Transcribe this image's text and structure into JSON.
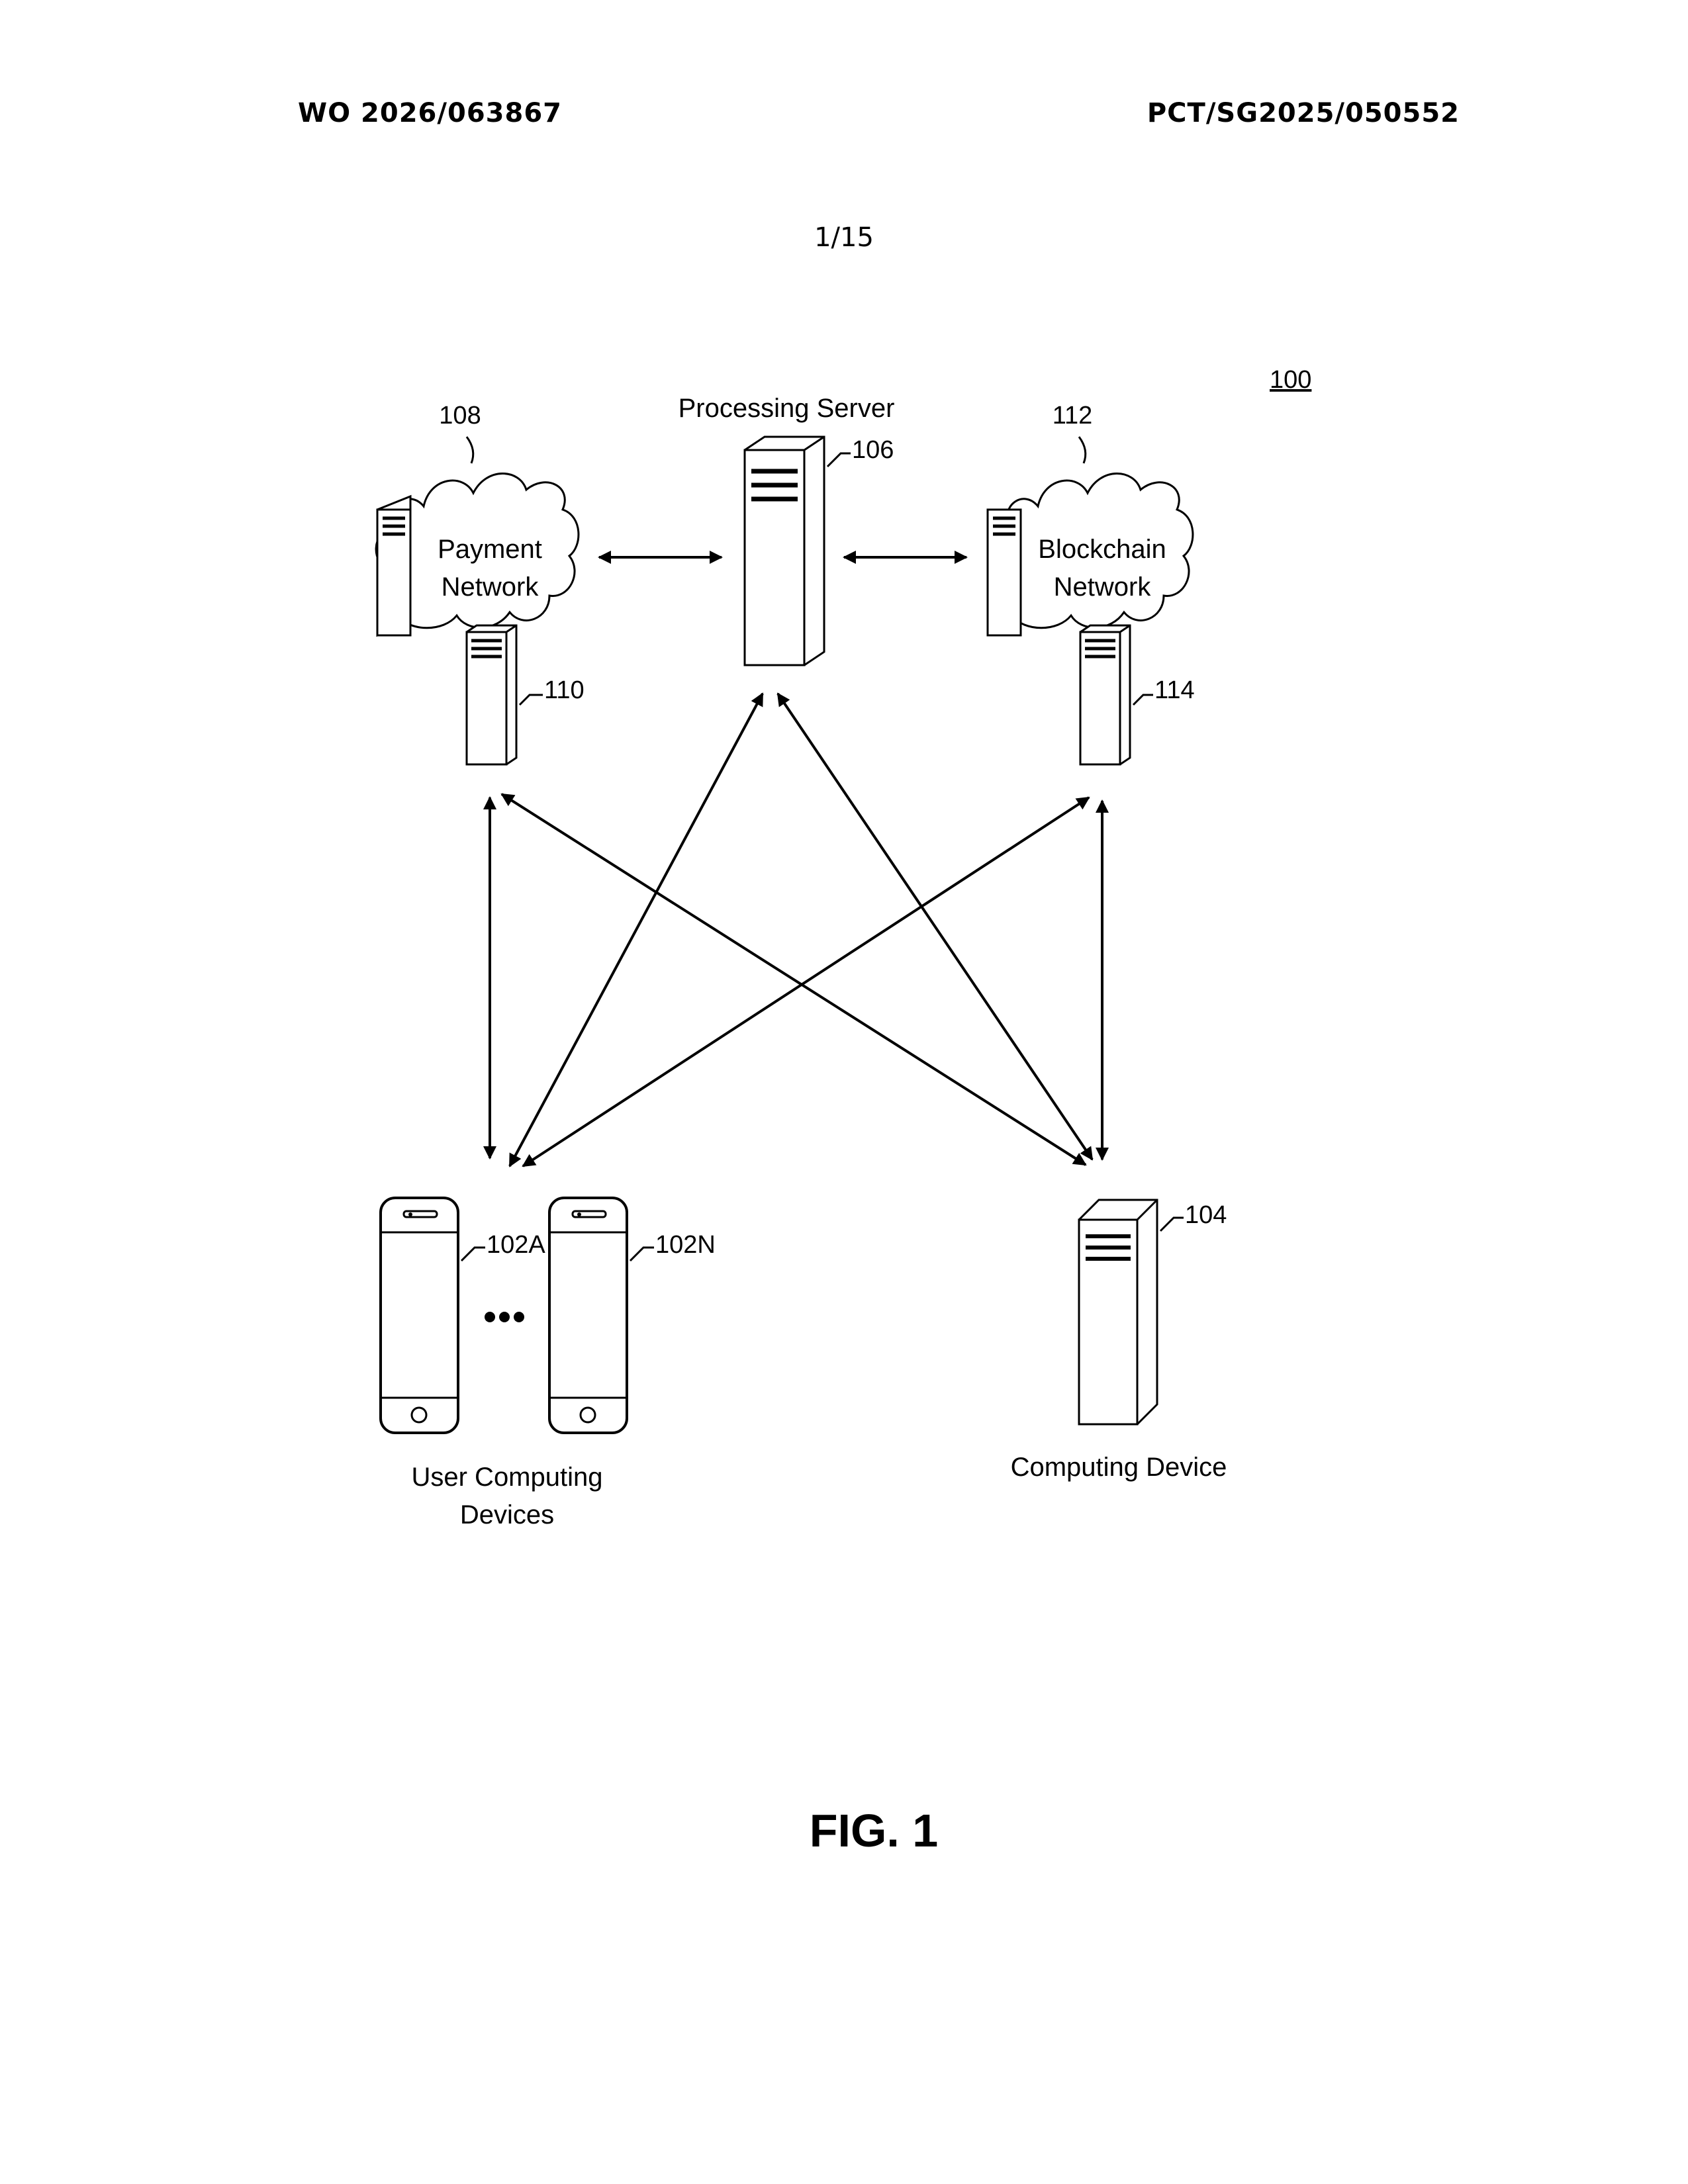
{
  "header": {
    "publication_number": "WO 2026/063867",
    "application_number": "PCT/SG2025/050552",
    "sheet_number": "1/15"
  },
  "figure": {
    "system_ref": "100",
    "caption": "FIG. 1"
  },
  "nodes": {
    "payment_network": {
      "ref": "108",
      "line1": "Payment",
      "line2": "Network",
      "server_ref": "110"
    },
    "processing_server": {
      "title": "Processing Server",
      "ref": "106"
    },
    "blockchain_network": {
      "ref": "112",
      "line1": "Blockchain",
      "line2": "Network",
      "server_ref": "114"
    },
    "user_devices": {
      "ref_a": "102A",
      "ref_n": "102N",
      "line1": "User Computing",
      "line2": "Devices"
    },
    "computing_device": {
      "ref": "104",
      "label": "Computing Device"
    }
  }
}
